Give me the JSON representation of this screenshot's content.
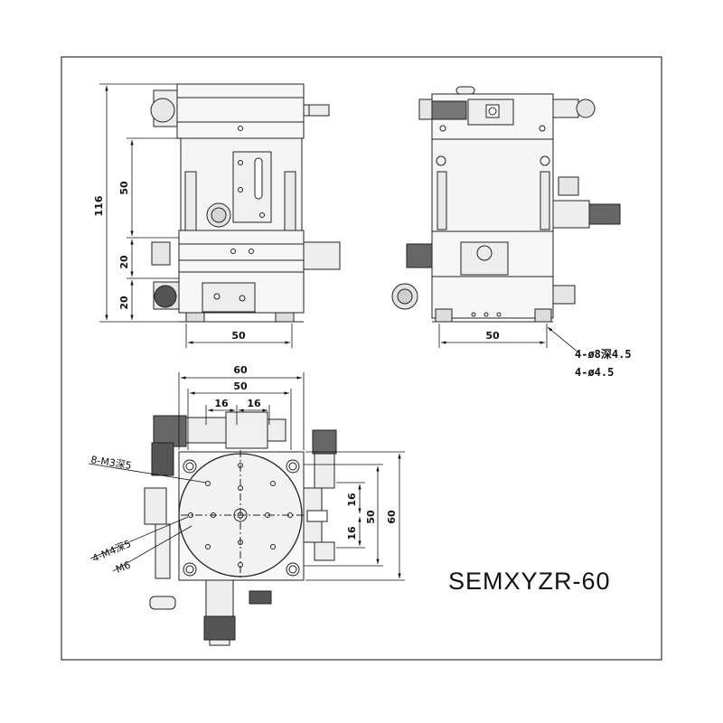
{
  "drawing": {
    "model": "SEMXYZR-60",
    "front_view": {
      "height_total": "116",
      "height_upper": "50",
      "height_mid": "20",
      "height_lower": "20",
      "base_width": "50"
    },
    "side_view": {
      "base_width": "50",
      "note_counterbore": "4-ø8深4.5",
      "note_through": "4-ø4.5"
    },
    "top_view": {
      "width_outer": "60",
      "width_inner": "50",
      "offset_left": "16",
      "offset_right": "16",
      "right_outer": "60",
      "right_inner": "50",
      "right_upper": "16",
      "right_lower": "16",
      "note_m3": "8-M3深5",
      "note_m4": "4-M4深5",
      "note_m6": "M6"
    }
  }
}
